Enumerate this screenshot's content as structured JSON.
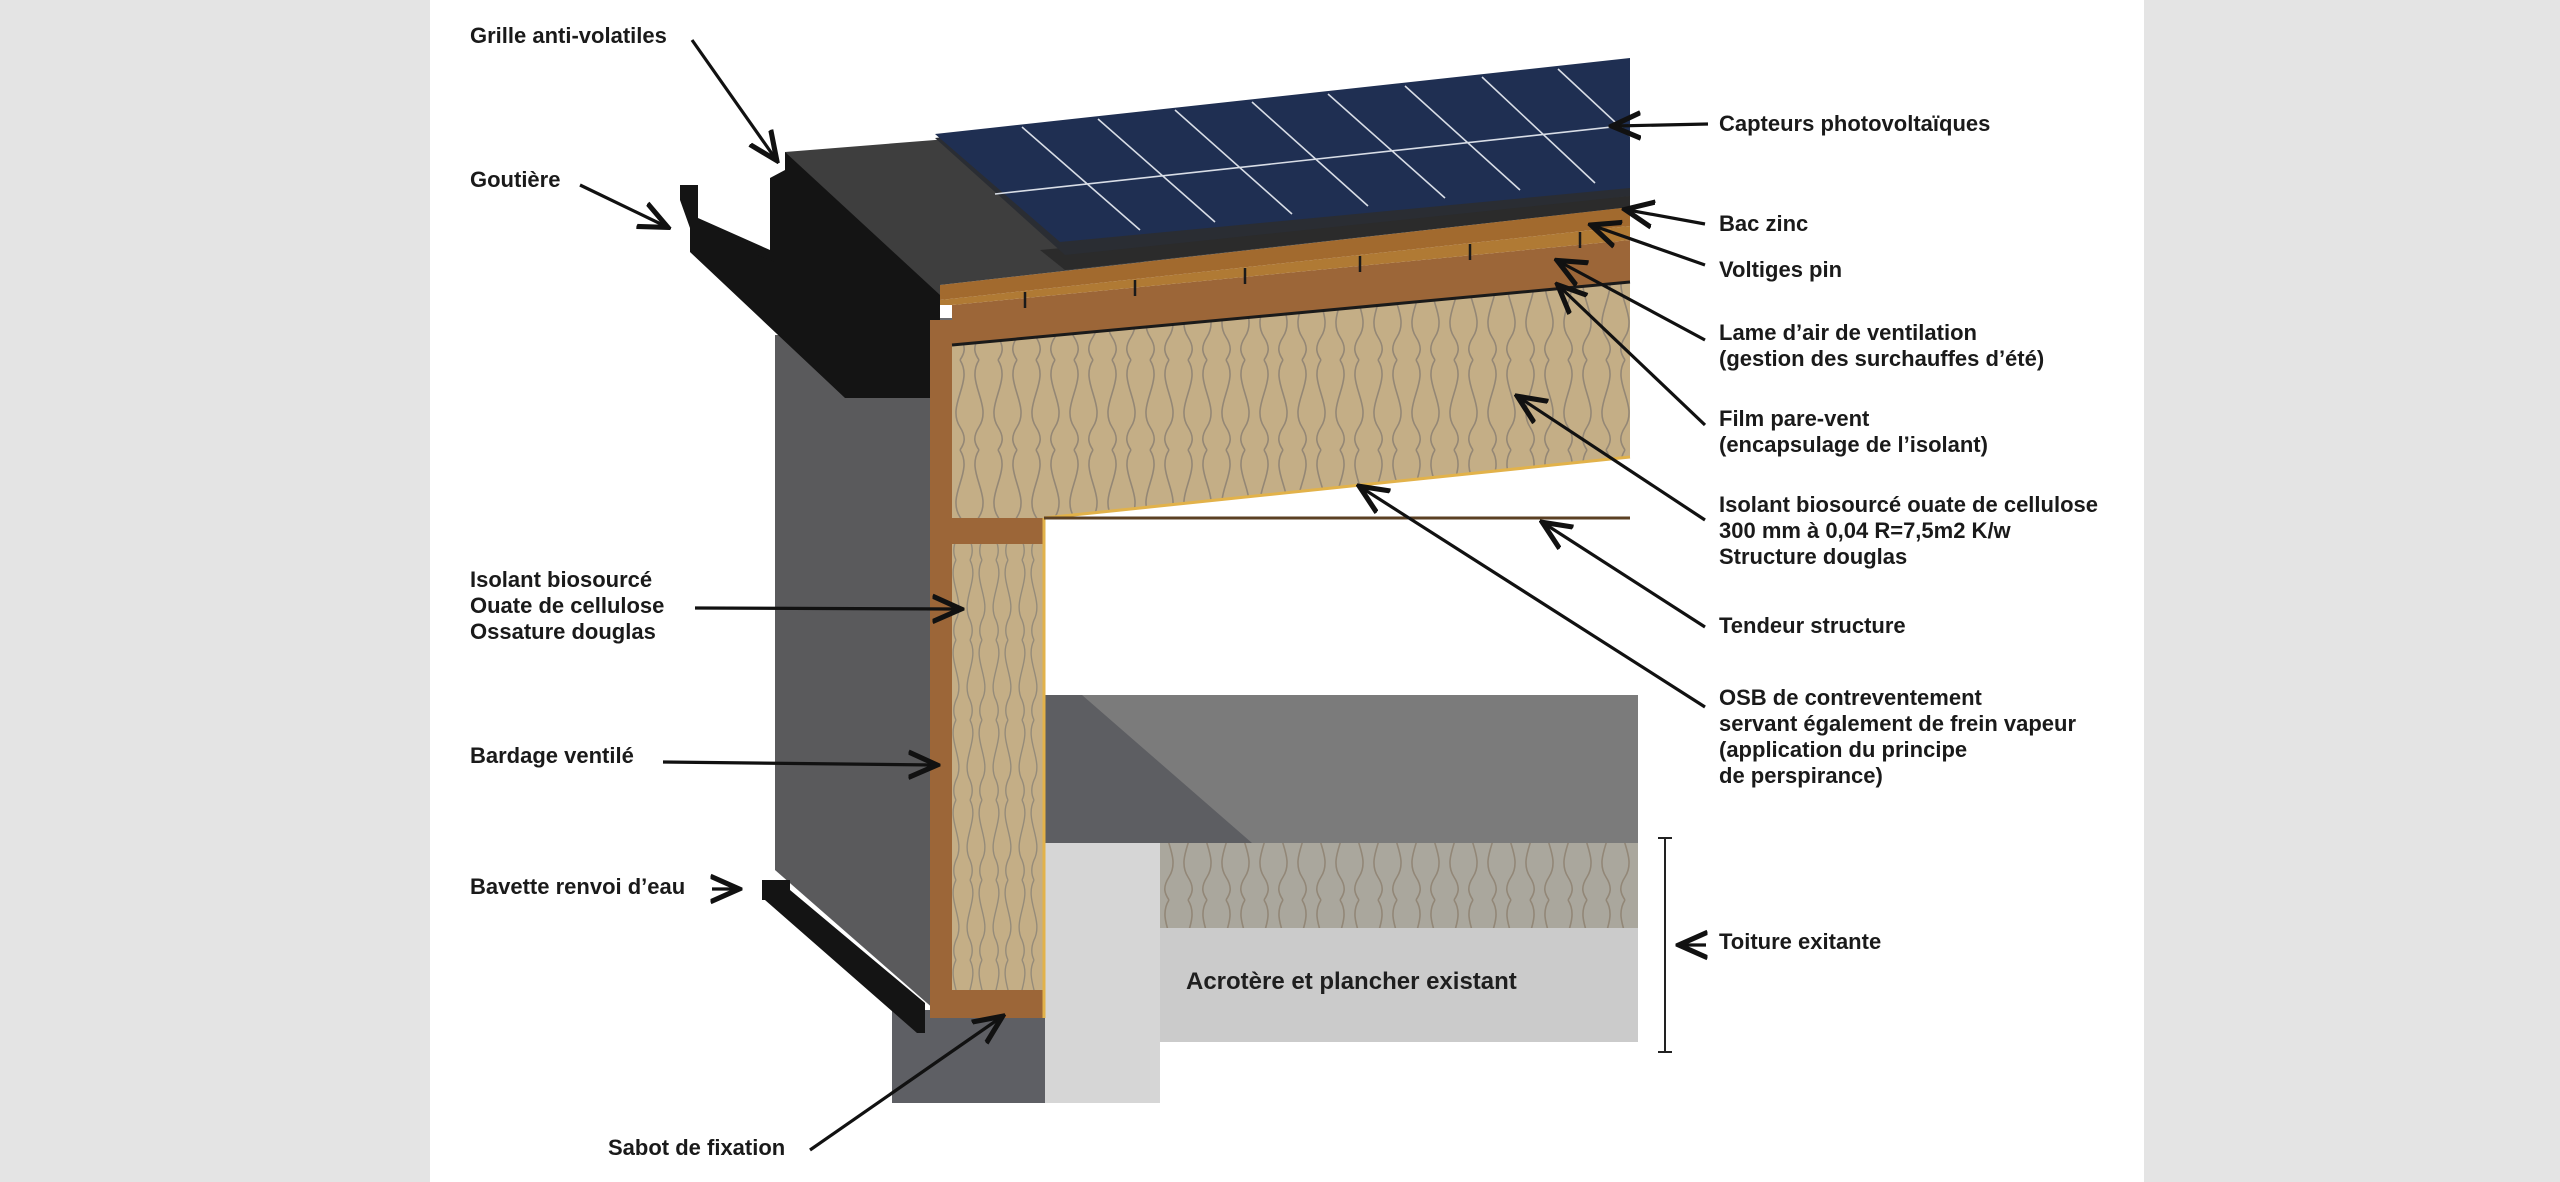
{
  "labels_left": {
    "grille": "Grille anti-volatiles",
    "gouttiere": "Goutière",
    "isolant_mur": [
      "Isolant biosourcé",
      "Ouate de cellulose",
      "Ossature douglas"
    ],
    "bardage": "Bardage ventilé",
    "bavette": "Bavette renvoi d’eau",
    "sabot": "Sabot de fixation"
  },
  "labels_right": {
    "capteurs": "Capteurs photovoltaïques",
    "bac_zinc": "Bac zinc",
    "voltiges": "Voltiges pin",
    "lame_air": [
      "Lame d’air de ventilation",
      "(gestion des surchauffes d’été)"
    ],
    "film": [
      "Film pare-vent",
      "(encapsulage de l’isolant)"
    ],
    "isolant_toit": [
      "Isolant biosourcé ouate de cellulose",
      "300 mm à 0,04 R=7,5m2 K/w",
      "Structure douglas"
    ],
    "tendeur": "Tendeur structure",
    "osb": [
      "OSB de contreventement",
      "servant également de frein vapeur",
      "(application du principe",
      "de perspirance)"
    ],
    "toiture": "Toiture exitante"
  },
  "center_label": "Acrotère et plancher existant",
  "colors": {
    "background": "#e4e4e4",
    "page": "#ffffff",
    "solar": "#1f2f52",
    "wood": "#9c6638",
    "insulation": "#c4ae86",
    "wall_dark": "#5a5a5c",
    "gutter": "#141414",
    "roof_metal": "#3e3e3e",
    "existing_gray": "#7b7b7b",
    "existing_light": "#cbcbcb"
  }
}
